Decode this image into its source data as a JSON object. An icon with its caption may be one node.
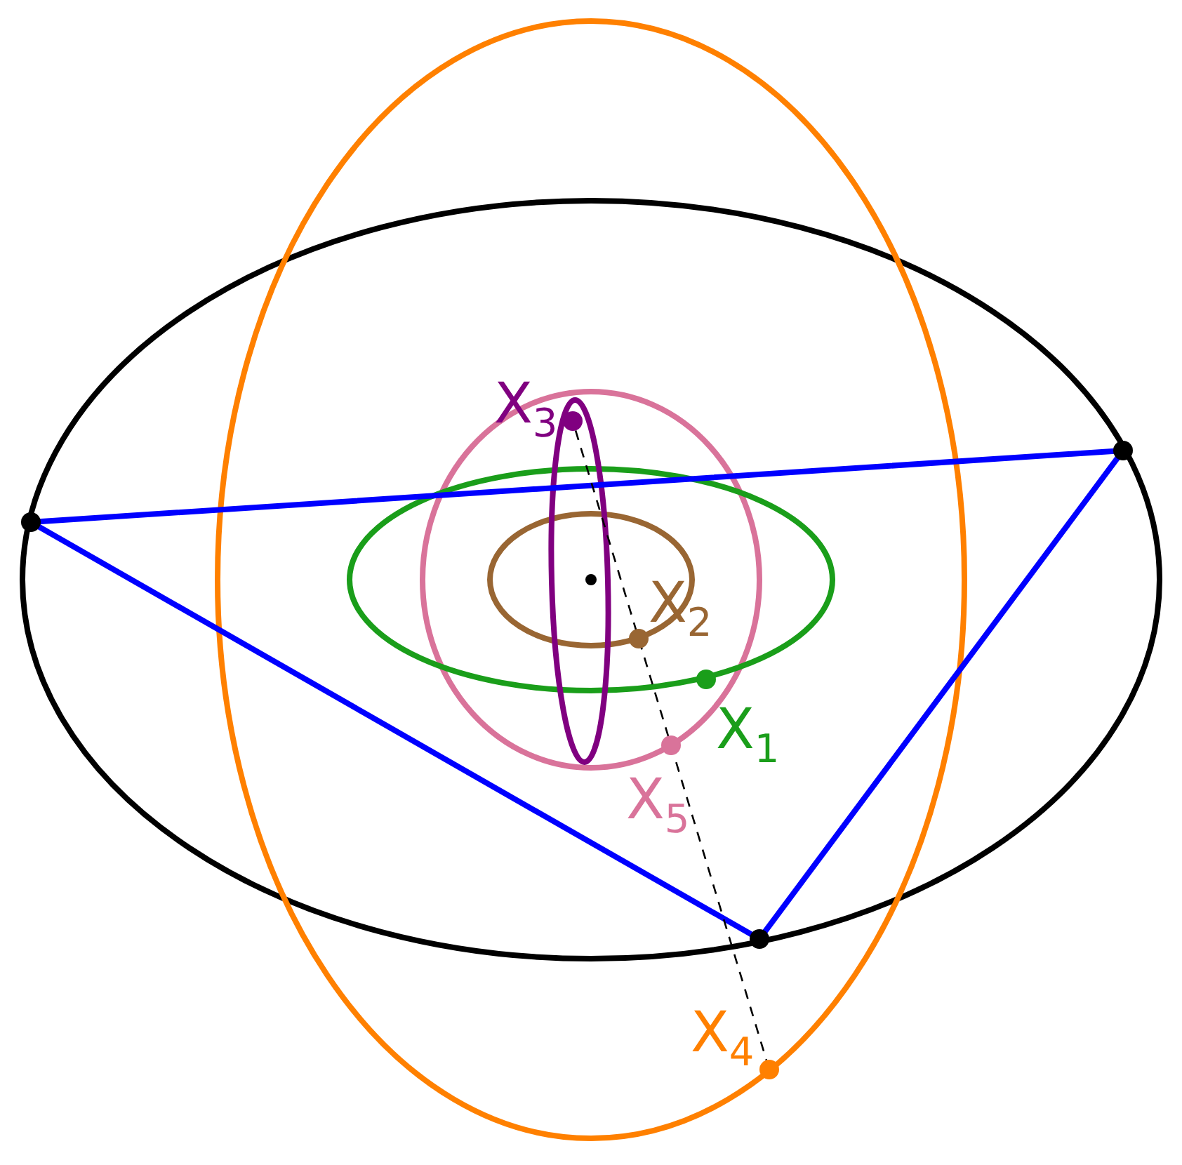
{
  "diagram": {
    "nodes": [
      {
        "text": [],
        "shape": "circle"
      },
      {
        "text": [],
        "shape": "circle"
      }
    ],
    "edges": [
      {
        "from": 0,
        "to": 1,
        "arrow": "none",
        "style": "dashed"
      }
    ],
    "labels": [
      "X$_{3}$",
      "X$_{2}$",
      "X$_{1}$",
      "X$_{5}$",
      "X$_{4}$"
    ]
  }
}
